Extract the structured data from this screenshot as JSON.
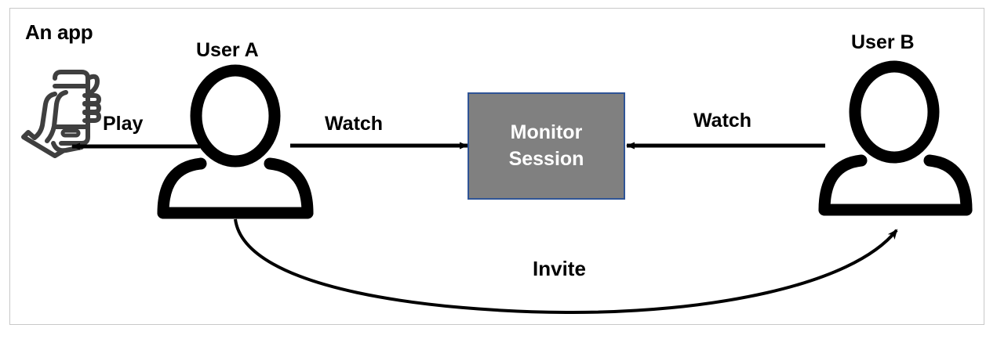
{
  "diagram": {
    "title_label": "An app",
    "app_icon_name": "hand-holding-phone-icon",
    "nodes": [
      {
        "id": "app",
        "label": "An app",
        "type": "icon"
      },
      {
        "id": "user_a",
        "label": "User A",
        "type": "person"
      },
      {
        "id": "monitor_session",
        "label_line1": "Monitor",
        "label_line2": "Session",
        "type": "process-box"
      },
      {
        "id": "user_b",
        "label": "User B",
        "type": "person"
      }
    ],
    "edges": [
      {
        "id": "play",
        "label": "Play",
        "from": "user_a",
        "to": "app",
        "direction": "left",
        "style": "straight"
      },
      {
        "id": "watch_a",
        "label": "Watch",
        "from": "user_a",
        "to": "monitor_session",
        "direction": "right",
        "style": "straight"
      },
      {
        "id": "watch_b",
        "label": "Watch",
        "from": "user_b",
        "to": "monitor_session",
        "direction": "left",
        "style": "straight"
      },
      {
        "id": "invite",
        "label": "Invite",
        "from": "user_a",
        "to": "user_b",
        "direction": "right",
        "style": "curved"
      }
    ],
    "user_a": {
      "label": "User A"
    },
    "user_b": {
      "label": "User B"
    },
    "monitor": {
      "line1": "Monitor",
      "line2": "Session"
    },
    "play": {
      "label": "Play"
    },
    "watch_left": {
      "label": "Watch"
    },
    "watch_right": {
      "label": "Watch"
    },
    "invite": {
      "label": "Invite"
    },
    "colors": {
      "box_fill": "#808080",
      "box_border": "#2f5496",
      "box_text": "#ffffff",
      "stroke": "#000000",
      "icon_stroke": "#3f3f3f",
      "frame_border": "#c8c8c8",
      "background": "#ffffff"
    }
  }
}
